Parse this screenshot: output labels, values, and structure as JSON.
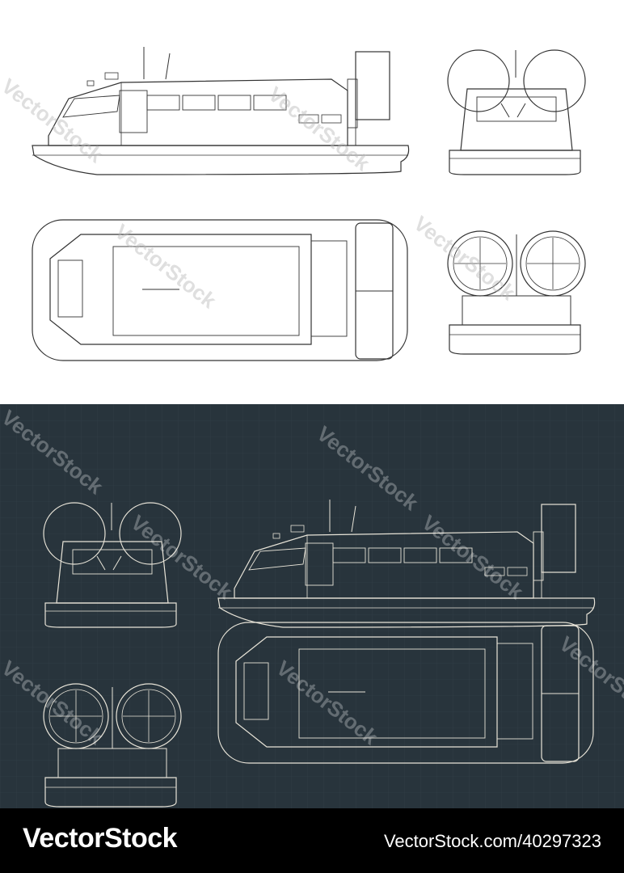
{
  "footer": {
    "brand": "VectorStock",
    "image_id": "VectorStock.com/40297323"
  },
  "watermark": "VectorStock",
  "colors": {
    "light_bg": "#ffffff",
    "light_line": "#333333",
    "dark_bg": "#28343c",
    "dark_line": "#e8e4d8",
    "footer_bg": "#000000"
  }
}
